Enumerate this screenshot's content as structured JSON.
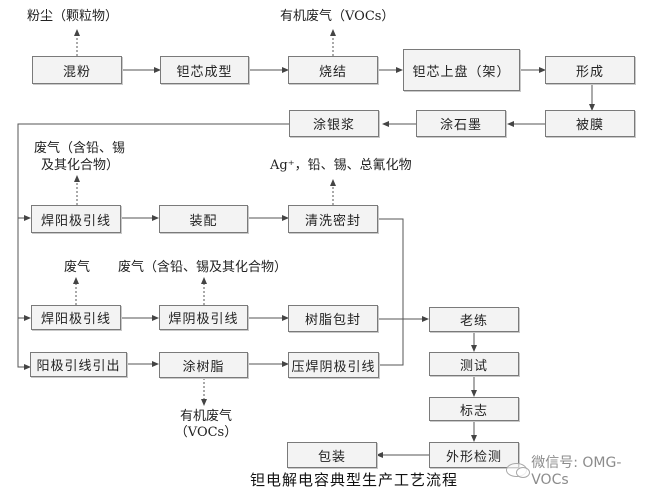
{
  "diagram": {
    "title": "钽电解电容典型生产工艺流程",
    "watermark": "微信号: OMG-VOCs",
    "steps": {
      "mix_powder": "混粉",
      "core_forming": "钽芯成型",
      "sintering": "烧结",
      "core_mounting": "钽芯上盘（架）",
      "formation": "形成",
      "coating_film": "被膜",
      "graphite_coating": "涂石墨",
      "silver_paste": "涂银浆",
      "weld_anode_1": "焊阳极引线",
      "assembly": "装配",
      "clean_seal": "清洗密封",
      "weld_anode_2": "焊阳极引线",
      "weld_cathode": "焊阴极引线",
      "resin_encapsulation": "树脂包封",
      "anode_lead_out": "阳极引线引出",
      "resin_coating": "涂树脂",
      "press_weld_cathode": "压焊阴极引线",
      "aging": "老练",
      "testing": "测试",
      "marking": "标志",
      "visual_inspection": "外形检测",
      "packaging": "包装"
    },
    "emissions": {
      "dust": "粉尘（颗粒物）",
      "vocs_sintering": "有机废气（VOCs）",
      "waste_gas_lead_tin_1_line1": "废气（含铅、锡",
      "waste_gas_lead_tin_1_line2": "及其化合物）",
      "wastewater": "Ag⁺，铅、锡、总氰化物",
      "waste_gas": "废气",
      "waste_gas_lead_tin_2": "废气（含铅、锡及其化合物）",
      "vocs_resin_line1": "有机废气",
      "vocs_resin_line2": "（VOCs）"
    },
    "colors": {
      "box_fill": "#f3f3f3",
      "box_border": "#7a7a7a",
      "line": "#555555"
    }
  }
}
